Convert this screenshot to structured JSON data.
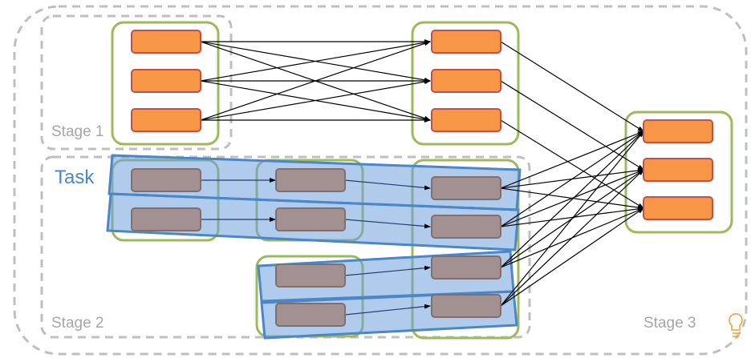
{
  "labels": {
    "stage1": "Stage 1",
    "stage2": "Stage 2",
    "stage3": "Stage 3",
    "task": "Task"
  },
  "colors": {
    "orange_fill": "#f79646",
    "orange_stroke": "#c0504d",
    "gray_fill": "#a39090",
    "gray_stroke": "#7f6f6f",
    "group_border": "#9bbb59",
    "stage_border": "#bfbfbf",
    "task_fill": "#6fa0dc",
    "task_stroke": "#4a86c8",
    "arrow": "#000000"
  },
  "icons": {
    "corner": "lightbulb-icon"
  }
}
